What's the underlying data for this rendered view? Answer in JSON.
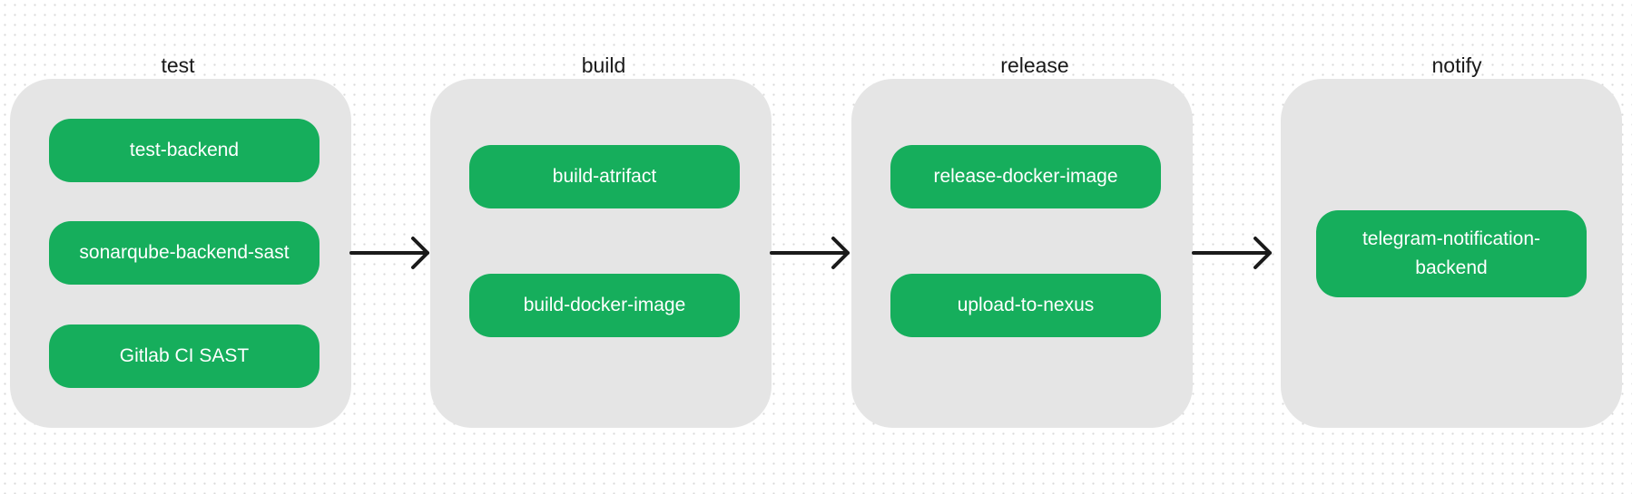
{
  "stages": [
    {
      "title": "test",
      "jobs": [
        "test-backend",
        "sonarqube-backend-sast",
        "Gitlab CI SAST"
      ]
    },
    {
      "title": "build",
      "jobs": [
        "build-atrifact",
        "build-docker-image"
      ]
    },
    {
      "title": "release",
      "jobs": [
        "release-docker-image",
        "upload-to-nexus"
      ]
    },
    {
      "title": "notify",
      "jobs": [
        "telegram-notification-backend"
      ]
    }
  ],
  "colors": {
    "job_fill": "#16ae5c",
    "job_text": "#ffffff",
    "stage_fill": "#e5e5e5",
    "arrow": "#1a1a1a"
  }
}
